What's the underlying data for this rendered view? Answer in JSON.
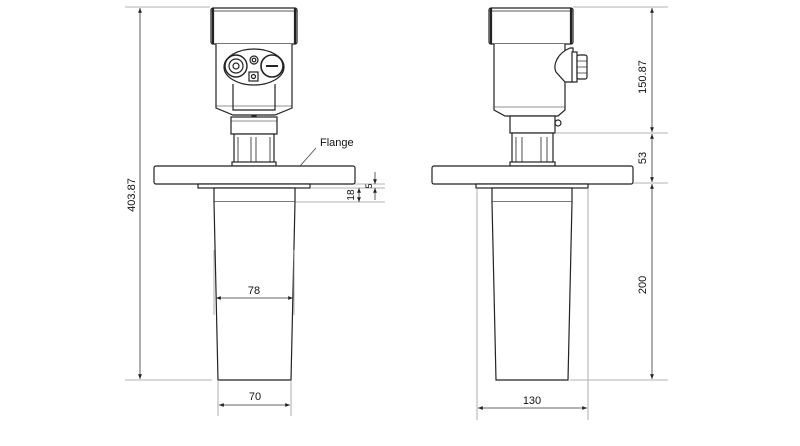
{
  "drawing": {
    "title": "Radar level transmitter dimensional drawing",
    "units": "mm",
    "colors": {
      "outline": "#222222",
      "dimension_line": "#555555",
      "extension_line": "#9a9a9a",
      "background": "#ffffff"
    }
  },
  "front_view": {
    "callout_label": "Flange",
    "dimensions": {
      "overall_height": "403.87",
      "horn_upper_width": "78",
      "horn_bottom_width": "70",
      "flange_step": "5",
      "horn_collar": "18"
    }
  },
  "side_view": {
    "dimensions": {
      "housing_height": "150.87",
      "connection_height": "53",
      "horn_length": "200",
      "flange_face_width": "130"
    }
  }
}
